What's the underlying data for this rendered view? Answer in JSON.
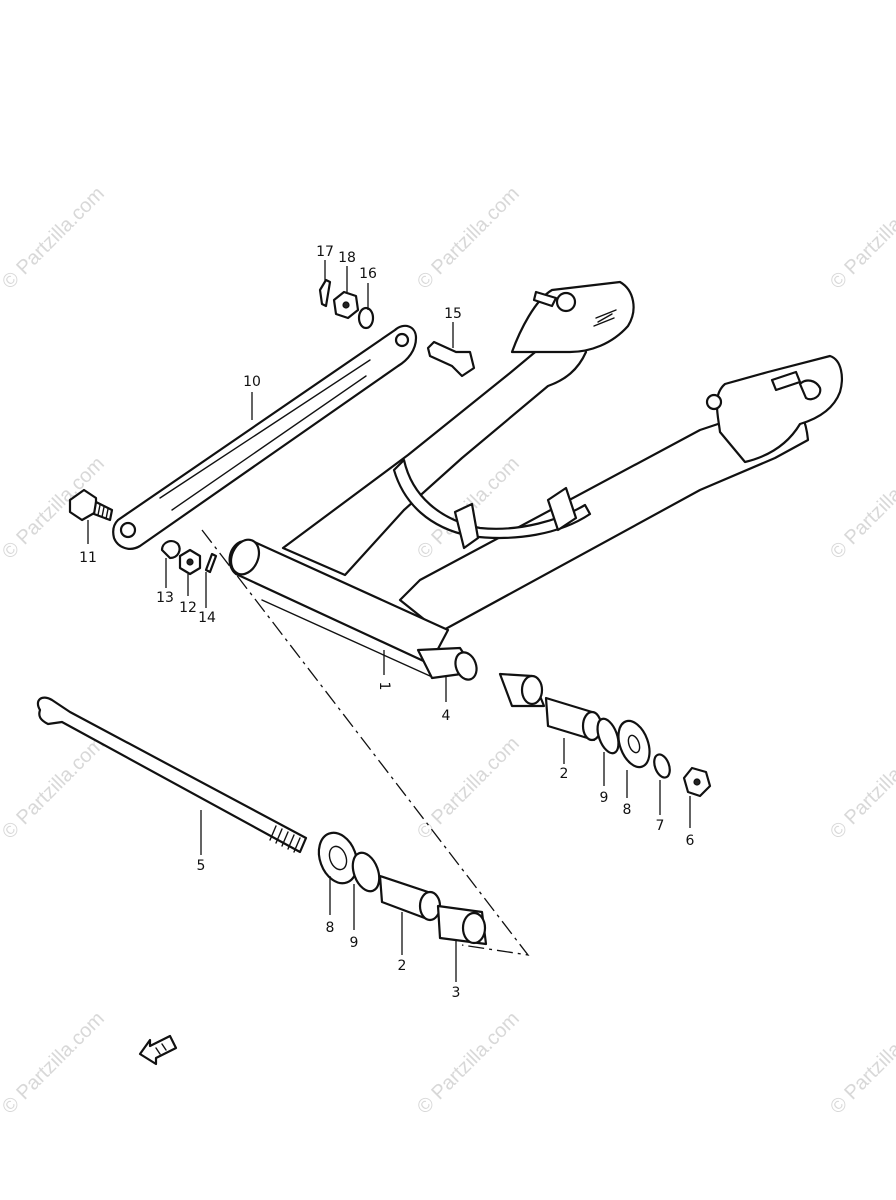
{
  "watermark": "© Partzilla.com",
  "callouts": [
    "1",
    "2",
    "2",
    "3",
    "4",
    "5",
    "6",
    "7",
    "8",
    "8",
    "9",
    "9",
    "10",
    "11",
    "12",
    "13",
    "14",
    "15",
    "16",
    "17",
    "18"
  ]
}
